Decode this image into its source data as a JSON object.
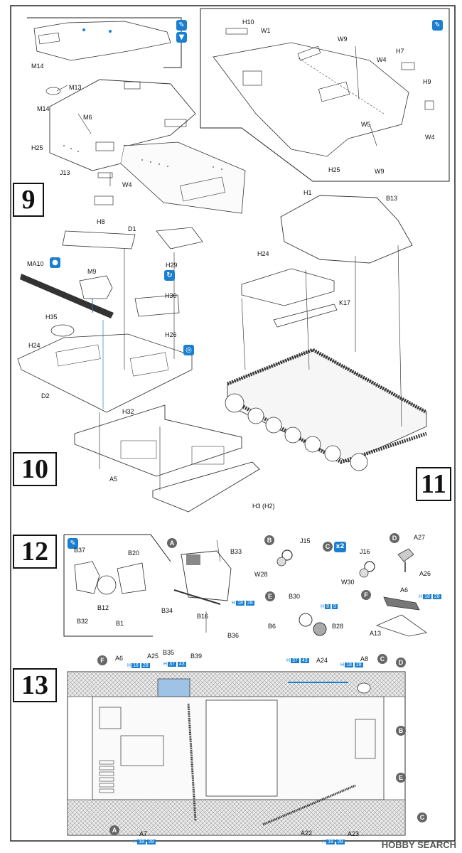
{
  "steps": {
    "s9": "9",
    "s10": "10",
    "s11": "11",
    "s12": "12",
    "s13": "13"
  },
  "step9": {
    "labels": {
      "M14a": "M14",
      "M13": "M13",
      "M14b": "M14",
      "M6": "M6",
      "H25": "H25",
      "J13": "J13",
      "W4": "W4",
      "H8": "H8",
      "H10": "H10",
      "W1": "W1",
      "W9a": "W9",
      "W4b": "W4",
      "H7": "H7",
      "H9": "H9",
      "W5": "W5",
      "W4c": "W4",
      "H25b": "H25",
      "W9b": "W9"
    }
  },
  "step10": {
    "labels": {
      "D1": "D1",
      "MA10": "MA10",
      "M9": "M9",
      "H29": "H29",
      "H30": "H30",
      "H35": "H35",
      "H26": "H26",
      "H24": "H24",
      "D2": "D2",
      "H32": "H32",
      "A5": "A5"
    }
  },
  "step11": {
    "labels": {
      "H1": "H1",
      "B13": "B13",
      "H24": "H24",
      "K17": "K17",
      "H3": "H3 (H2)"
    }
  },
  "step12": {
    "circles": {
      "A": "A",
      "B": "B",
      "C": "C",
      "D": "D",
      "E": "E",
      "F": "F"
    },
    "multiplier": "x2",
    "labels": {
      "B37": "B37",
      "B20": "B20",
      "B12": "B12",
      "B32": "B32",
      "B1": "B1",
      "B33": "B33",
      "B34": "B34",
      "B16": "B16",
      "B36": "B36",
      "J15": "J15",
      "W28": "W28",
      "J16": "J16",
      "W30": "W30",
      "A27": "A27",
      "A26": "A26",
      "B30": "B30",
      "B6": "B6",
      "B28": "B28",
      "A6": "A6",
      "A13": "A13"
    },
    "refs": {
      "r1": {
        "letter": "H",
        "num": "18",
        "num2": "28"
      },
      "r2": {
        "letter": "H",
        "num": "8",
        "num2": "9"
      },
      "r3": {
        "letter": "H",
        "num": "18",
        "num2": "28"
      }
    }
  },
  "step13": {
    "circles": {
      "F": "F",
      "C1": "C",
      "D": "D",
      "B": "B",
      "E": "E",
      "C2": "C",
      "A": "A"
    },
    "labels": {
      "A6": "A6",
      "A25": "A25",
      "B35": "B35",
      "B39": "B39",
      "A24": "A24",
      "A8": "A8",
      "A7": "A7",
      "A22": "A22",
      "A23": "A23"
    },
    "refs": {
      "r1": {
        "letter": "H",
        "num": "18",
        "num2": "28"
      },
      "r2": {
        "letter": "H",
        "num": "37",
        "num2": "43"
      },
      "r3": {
        "letter": "H",
        "num": "37",
        "num2": "43"
      },
      "r4": {
        "letter": "H",
        "num": "18",
        "num2": "28"
      },
      "r5": {
        "letter": "H",
        "num": "18",
        "num2": "28"
      },
      "r6": {
        "letter": "H",
        "num": "18",
        "num2": "28"
      }
    }
  },
  "watermark": "HOBBY SEARCH"
}
